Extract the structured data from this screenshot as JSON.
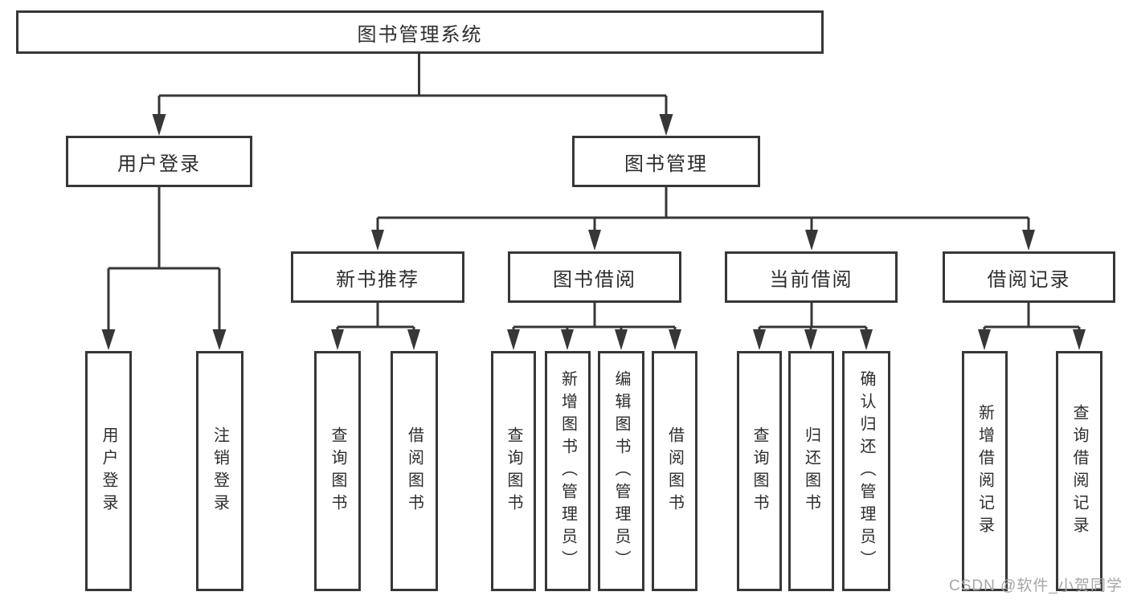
{
  "diagram": {
    "root": {
      "label": "图书管理系统"
    },
    "level2": {
      "user": {
        "label": "用户登录"
      },
      "book": {
        "label": "图书管理"
      }
    },
    "level3": {
      "recommend": {
        "label": "新书推荐"
      },
      "borrow": {
        "label": "图书借阅"
      },
      "current": {
        "label": "当前借阅"
      },
      "record": {
        "label": "借阅记录"
      }
    },
    "leaves": {
      "user": [
        "用户登录",
        "注销登录"
      ],
      "recommend": [
        "查询图书",
        "借阅图书"
      ],
      "borrow": [
        "查询图书",
        "新增图书（管理员）",
        "编辑图书（管理员）",
        "借阅图书"
      ],
      "current": [
        "查询图书",
        "归还图书",
        "确认归还（管理员）"
      ],
      "record": [
        "新增借阅记录",
        "查询借阅记录"
      ]
    }
  },
  "watermark": {
    "text": "CSDN @软件_小贺同学"
  },
  "colors": {
    "line": "#373737",
    "box_border": "#373737",
    "text": "#2d2d2d",
    "watermark": "#a6a6a6",
    "background": "#ffffff"
  }
}
